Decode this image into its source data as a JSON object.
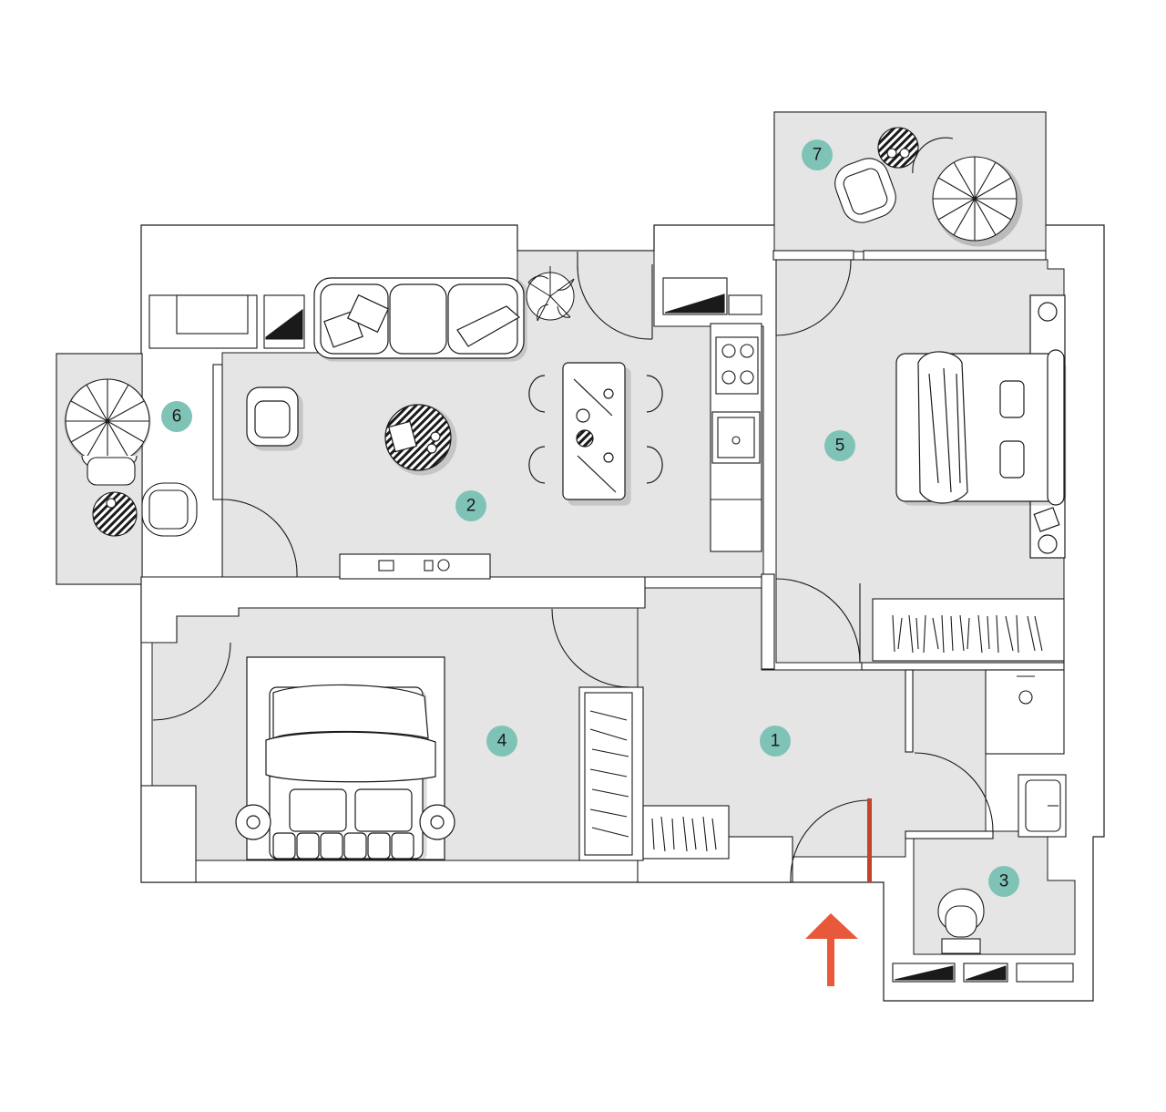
{
  "plan": {
    "colors": {
      "floor": "#e5e5e6",
      "wall": "#ffffff",
      "line": "#1a1a1a",
      "marker": "#7fc3b7",
      "entrance_arrow": "#e8593b",
      "entrance_door": "#c4432c"
    },
    "rooms": [
      {
        "id": "room-1",
        "label": "1"
      },
      {
        "id": "room-2",
        "label": "2"
      },
      {
        "id": "room-3",
        "label": "3"
      },
      {
        "id": "room-4",
        "label": "4"
      },
      {
        "id": "room-5",
        "label": "5"
      },
      {
        "id": "room-6",
        "label": "6"
      },
      {
        "id": "room-7",
        "label": "7"
      }
    ],
    "icons": {
      "entrance": "arrow-up-icon",
      "umbrella": "umbrella-icon",
      "bed": "bed-icon",
      "sofa": "sofa-icon",
      "toilet": "toilet-icon",
      "sink": "sink-icon",
      "stove": "stove-icon",
      "plant": "plant-icon"
    }
  }
}
